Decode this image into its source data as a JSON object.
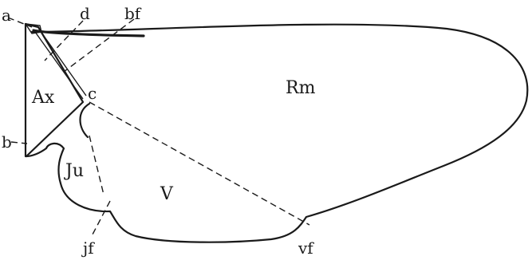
{
  "labels": {
    "a": "a",
    "d": "d",
    "bf": "bf",
    "c": "c",
    "b": "b",
    "ax": "Ax",
    "rm": "Rm",
    "ju": "Ju",
    "v": "V",
    "jf": "jf",
    "vf": "vf"
  }
}
